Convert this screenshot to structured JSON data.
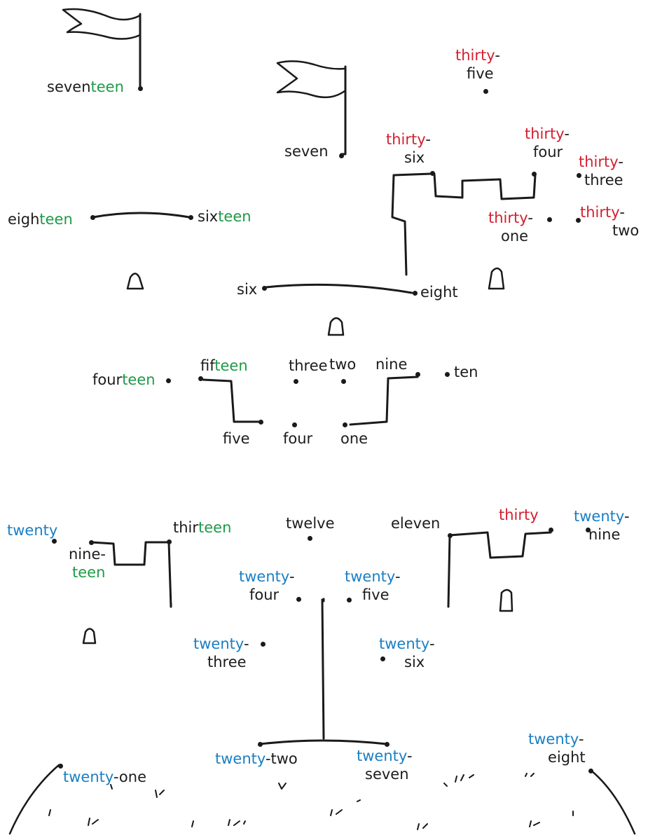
{
  "colors": {
    "teen": "#1e9a48",
    "twenty": "#1a7fc4",
    "thirty": "#d32030",
    "text": "#1c1c1c"
  },
  "dots": [
    {
      "name": "one",
      "parts": [
        {
          "t": "one"
        }
      ]
    },
    {
      "name": "two",
      "parts": [
        {
          "t": "two"
        }
      ]
    },
    {
      "name": "three",
      "parts": [
        {
          "t": "three"
        }
      ]
    },
    {
      "name": "four",
      "parts": [
        {
          "t": "four"
        }
      ]
    },
    {
      "name": "five",
      "parts": [
        {
          "t": "five"
        }
      ]
    },
    {
      "name": "six",
      "parts": [
        {
          "t": "six"
        }
      ]
    },
    {
      "name": "seven",
      "parts": [
        {
          "t": "seven"
        }
      ]
    },
    {
      "name": "eight",
      "parts": [
        {
          "t": "eight"
        }
      ]
    },
    {
      "name": "nine",
      "parts": [
        {
          "t": "nine"
        }
      ]
    },
    {
      "name": "ten",
      "parts": [
        {
          "t": "ten"
        }
      ]
    },
    {
      "name": "eleven",
      "parts": [
        {
          "t": "eleven"
        }
      ]
    },
    {
      "name": "twelve",
      "parts": [
        {
          "t": "twelve"
        }
      ]
    },
    {
      "name": "thirteen",
      "parts": [
        {
          "t": "thir"
        },
        {
          "t": "teen",
          "c": "teen"
        }
      ]
    },
    {
      "name": "fourteen",
      "parts": [
        {
          "t": "four"
        },
        {
          "t": "teen",
          "c": "teen"
        }
      ]
    },
    {
      "name": "fifteen",
      "parts": [
        {
          "t": "fif"
        },
        {
          "t": "teen",
          "c": "teen"
        }
      ]
    },
    {
      "name": "sixteen",
      "parts": [
        {
          "t": "six"
        },
        {
          "t": "teen",
          "c": "teen"
        }
      ]
    },
    {
      "name": "seventeen",
      "parts": [
        {
          "t": "seven"
        },
        {
          "t": "teen",
          "c": "teen"
        }
      ]
    },
    {
      "name": "eighteen",
      "parts": [
        {
          "t": "eigh"
        },
        {
          "t": "teen",
          "c": "teen"
        }
      ]
    },
    {
      "name": "nineteen",
      "parts": [
        {
          "t": "nine-"
        },
        {
          "t": "teen",
          "c": "teen",
          "br": true
        }
      ]
    },
    {
      "name": "twenty",
      "parts": [
        {
          "t": "twenty",
          "c": "twenty"
        }
      ]
    },
    {
      "name": "twenty-one",
      "parts": [
        {
          "t": "twenty",
          "c": "twenty"
        },
        {
          "t": "-one"
        }
      ]
    },
    {
      "name": "twenty-two",
      "parts": [
        {
          "t": "twenty",
          "c": "twenty"
        },
        {
          "t": "-two"
        }
      ]
    },
    {
      "name": "twenty-three",
      "parts": [
        {
          "t": "twenty",
          "c": "twenty"
        },
        {
          "t": "-"
        },
        {
          "t": "three",
          "br": true
        }
      ]
    },
    {
      "name": "twenty-four",
      "parts": [
        {
          "t": "twenty",
          "c": "twenty"
        },
        {
          "t": "-"
        },
        {
          "t": "four",
          "br": true
        }
      ]
    },
    {
      "name": "twenty-five",
      "parts": [
        {
          "t": "twenty",
          "c": "twenty"
        },
        {
          "t": "-"
        },
        {
          "t": "five",
          "br": true
        }
      ]
    },
    {
      "name": "twenty-six",
      "parts": [
        {
          "t": "twenty",
          "c": "twenty"
        },
        {
          "t": "-"
        },
        {
          "t": "six",
          "br": true
        }
      ]
    },
    {
      "name": "twenty-seven",
      "parts": [
        {
          "t": "twenty",
          "c": "twenty"
        },
        {
          "t": "-"
        },
        {
          "t": "seven",
          "br": true
        }
      ]
    },
    {
      "name": "twenty-eight",
      "parts": [
        {
          "t": "twenty",
          "c": "twenty"
        },
        {
          "t": "-"
        },
        {
          "t": "eight",
          "br": true
        }
      ]
    },
    {
      "name": "twenty-nine",
      "parts": [
        {
          "t": "twenty",
          "c": "twenty"
        },
        {
          "t": "-"
        },
        {
          "t": "nine",
          "br": true
        }
      ]
    },
    {
      "name": "thirty",
      "parts": [
        {
          "t": "thirty",
          "c": "thirty"
        }
      ]
    },
    {
      "name": "thirty-one",
      "parts": [
        {
          "t": "thirty",
          "c": "thirty"
        },
        {
          "t": "-"
        },
        {
          "t": "one",
          "br": true
        }
      ]
    },
    {
      "name": "thirty-two",
      "parts": [
        {
          "t": "thirty",
          "c": "thirty"
        },
        {
          "t": "-"
        },
        {
          "t": "two",
          "br": true
        }
      ]
    },
    {
      "name": "thirty-three",
      "parts": [
        {
          "t": "thirty",
          "c": "thirty"
        },
        {
          "t": "-"
        },
        {
          "t": "three",
          "br": true
        }
      ]
    },
    {
      "name": "thirty-four",
      "parts": [
        {
          "t": "thirty",
          "c": "thirty"
        },
        {
          "t": "-"
        },
        {
          "t": "four",
          "br": true
        }
      ]
    },
    {
      "name": "thirty-five",
      "parts": [
        {
          "t": "thirty",
          "c": "thirty"
        },
        {
          "t": "-"
        },
        {
          "t": "five",
          "br": true
        }
      ]
    },
    {
      "name": "thirty-six",
      "parts": [
        {
          "t": "thirty",
          "c": "thirty"
        },
        {
          "t": "-"
        },
        {
          "t": "six",
          "br": true
        }
      ]
    }
  ]
}
